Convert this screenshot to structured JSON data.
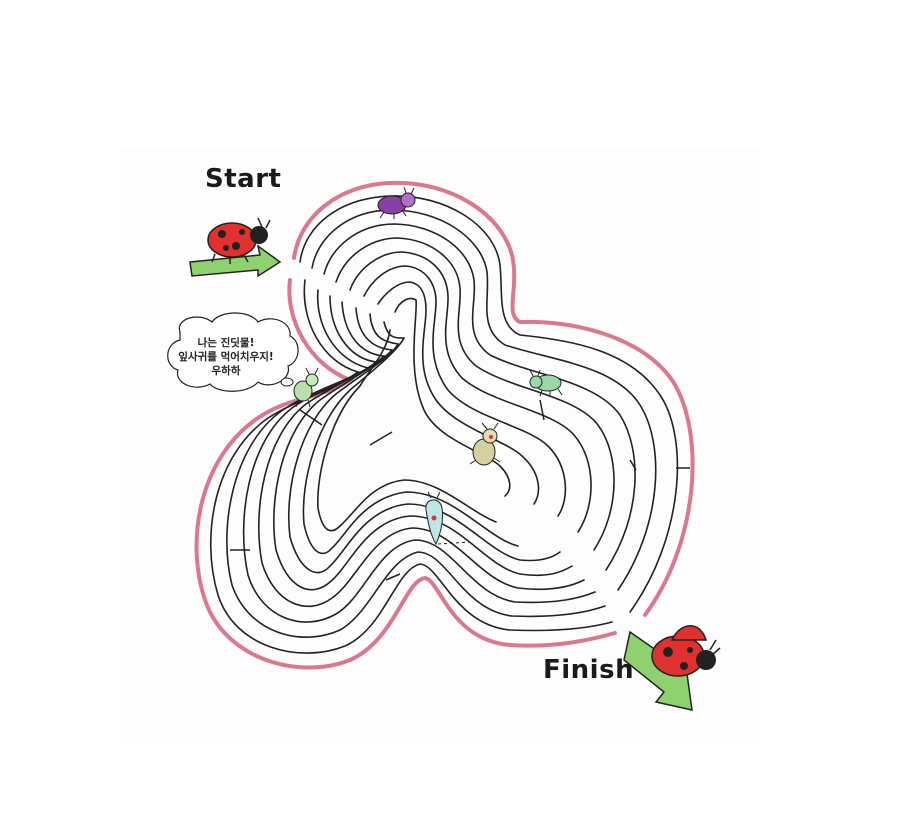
{
  "labels": {
    "start": "Start",
    "finish": "Finish"
  },
  "speech_bubble": {
    "lines": [
      "나는 진딧물!",
      "잎사귀를 먹어치우지!",
      "우하하"
    ]
  },
  "colors": {
    "outer_wall": "#d9788e",
    "maze_line": "#222222",
    "ladybug_red": "#e0312f",
    "arrow_green": "#8fd16f",
    "purple_bug": "#8a3fa8",
    "green_bug": "#9ad8a8",
    "beige_bug": "#d8cfa0",
    "blue_bug": "#bfe6e6"
  },
  "icons": [
    "ladybug-start-icon",
    "ladybug-finish-icon",
    "start-arrow-icon",
    "finish-arrow-icon",
    "purple-beetle-icon",
    "green-aphid-icon",
    "green-ant-icon",
    "beige-bug-icon",
    "blue-larva-icon"
  ]
}
